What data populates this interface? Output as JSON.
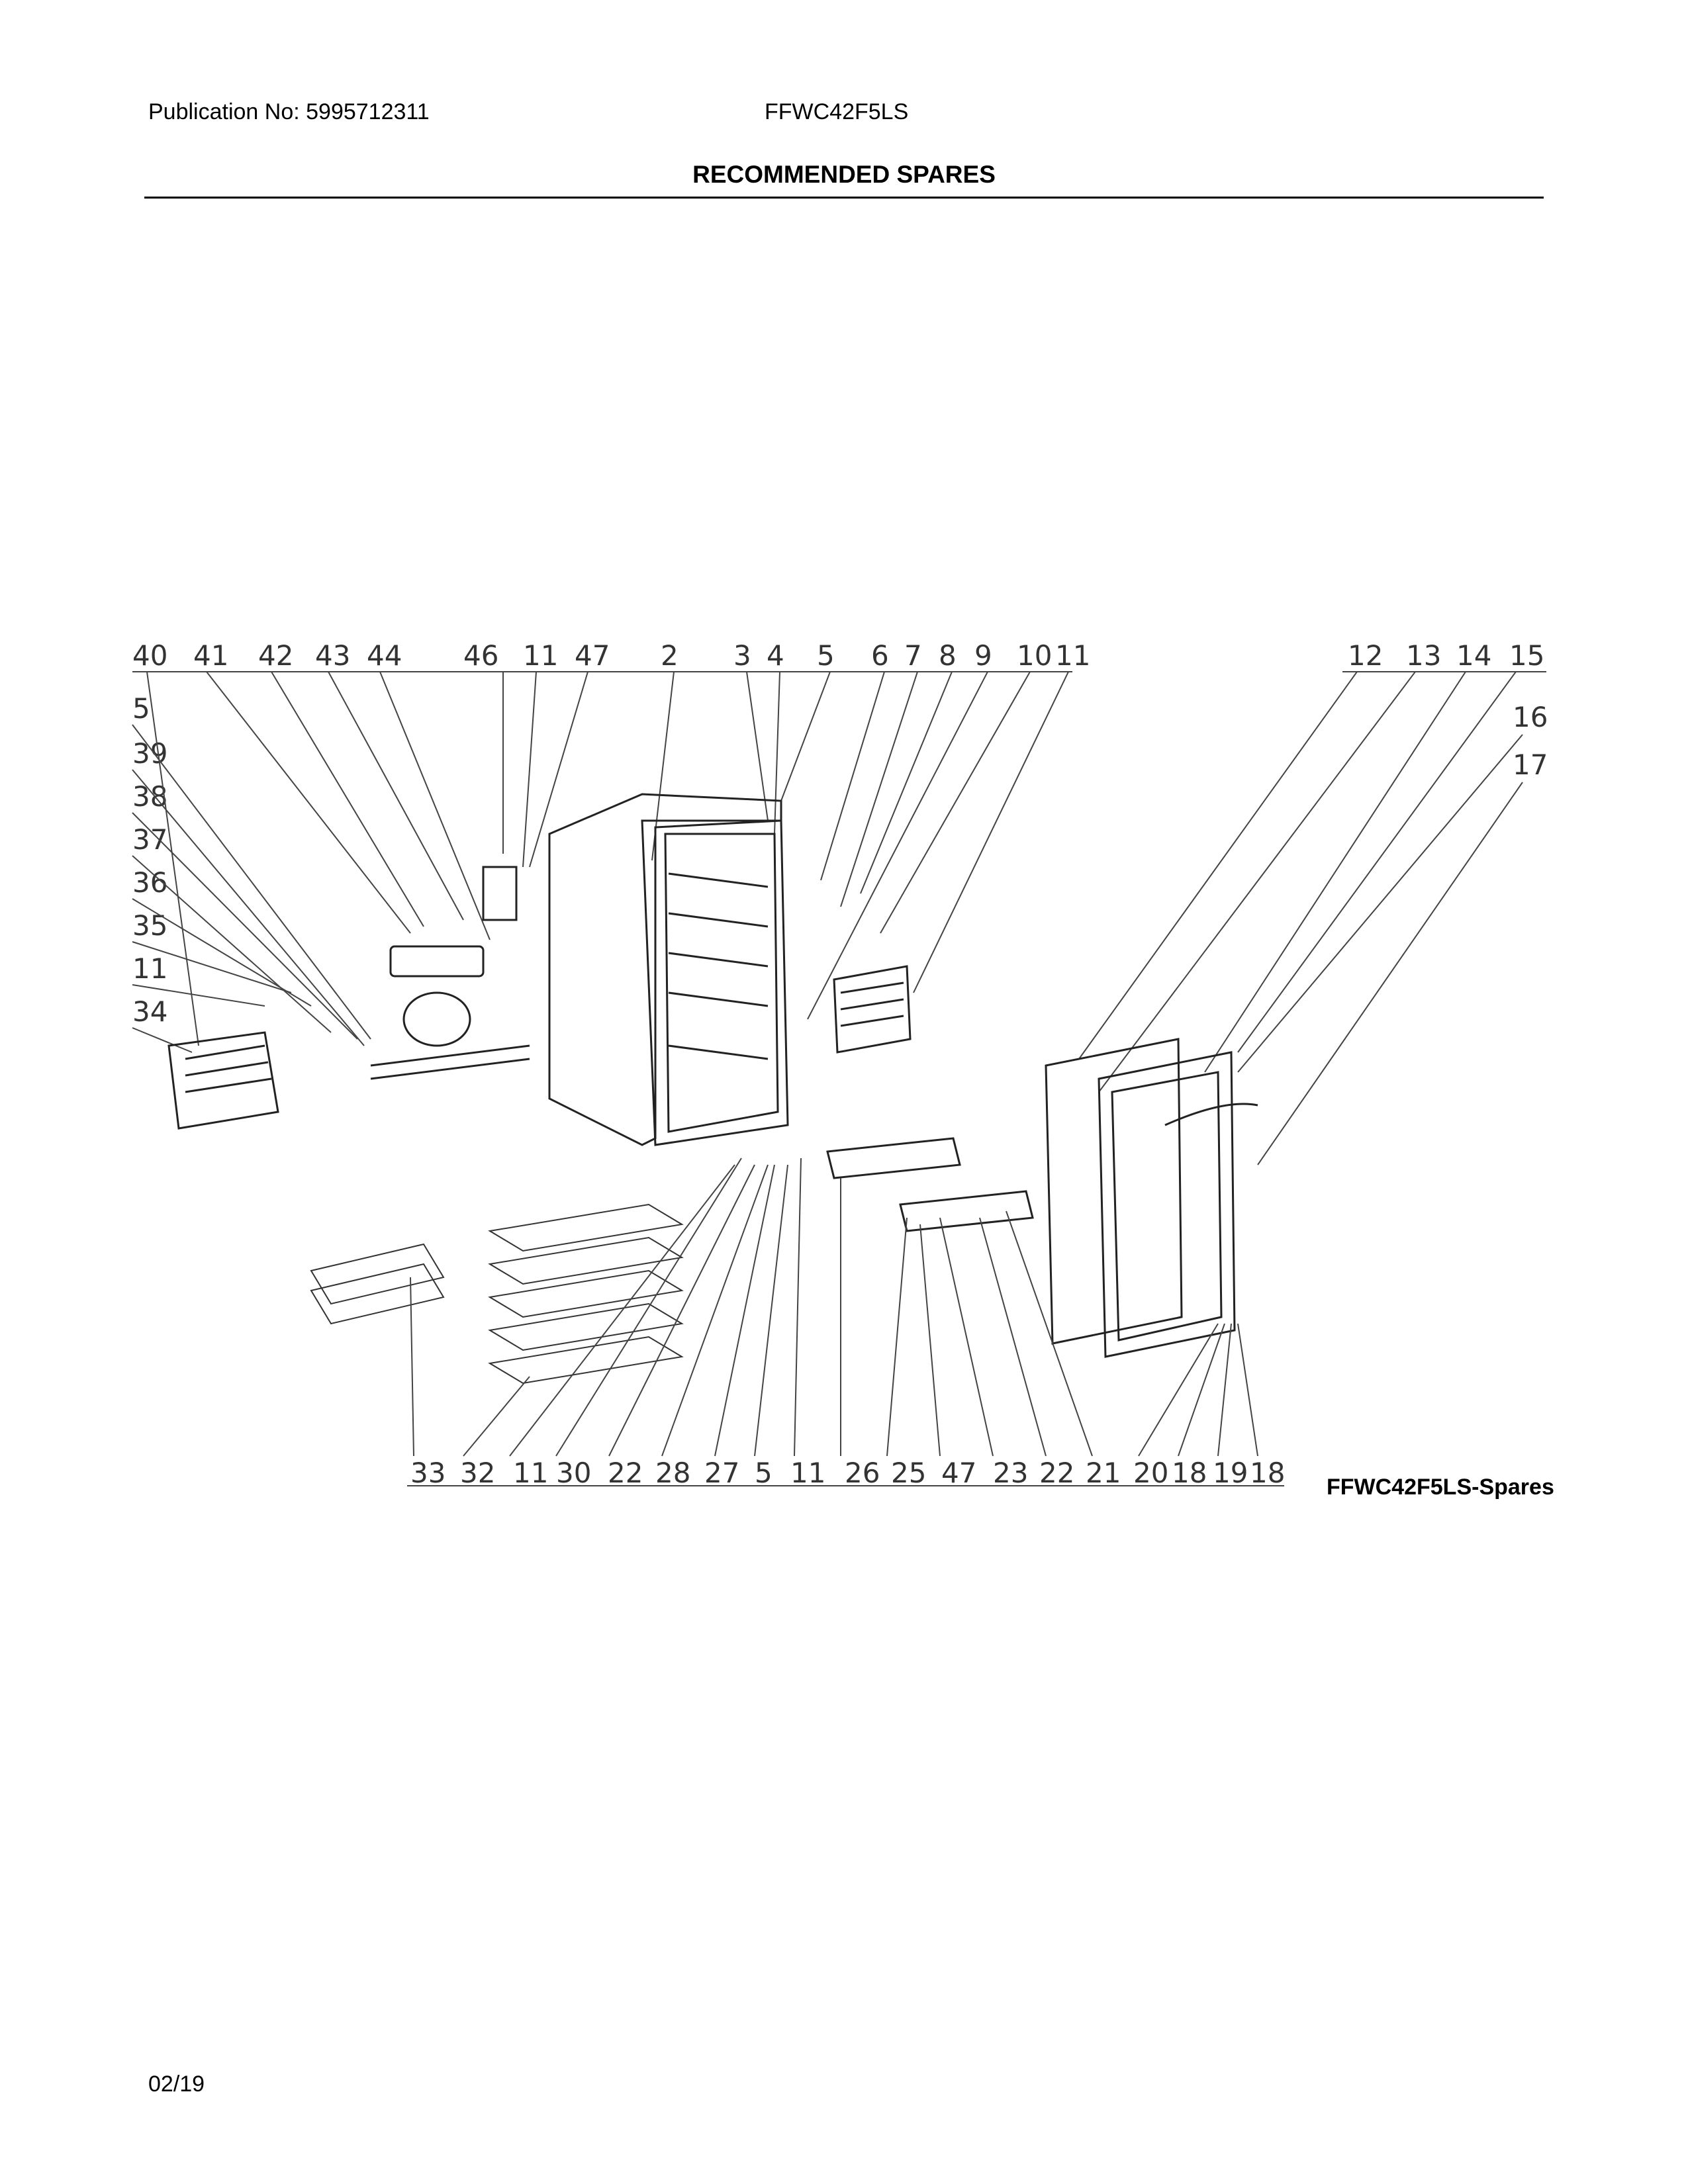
{
  "header": {
    "publication": "Publication No: 5995712311",
    "model": "FFWC42F5LS",
    "title": "RECOMMENDED SPARES"
  },
  "diagram": {
    "caption": "FFWC42F5LS-Spares",
    "top_callouts": [
      "40",
      "41",
      "42",
      "43",
      "44",
      "46",
      "11",
      "47",
      "2",
      "3",
      "4",
      "5",
      "6",
      "7",
      "8",
      "9",
      "10",
      "11",
      "12",
      "13",
      "14",
      "15"
    ],
    "left_callouts": [
      "5",
      "39",
      "38",
      "37",
      "36",
      "35",
      "11",
      "34"
    ],
    "right_callouts": [
      "16",
      "17"
    ],
    "bottom_callouts": [
      "33",
      "32",
      "11",
      "30",
      "22",
      "28",
      "27",
      "5",
      "11",
      "26",
      "25",
      "47",
      "23",
      "22",
      "21",
      "20",
      "18",
      "19",
      "18"
    ]
  },
  "footer": {
    "date": "02/19"
  }
}
